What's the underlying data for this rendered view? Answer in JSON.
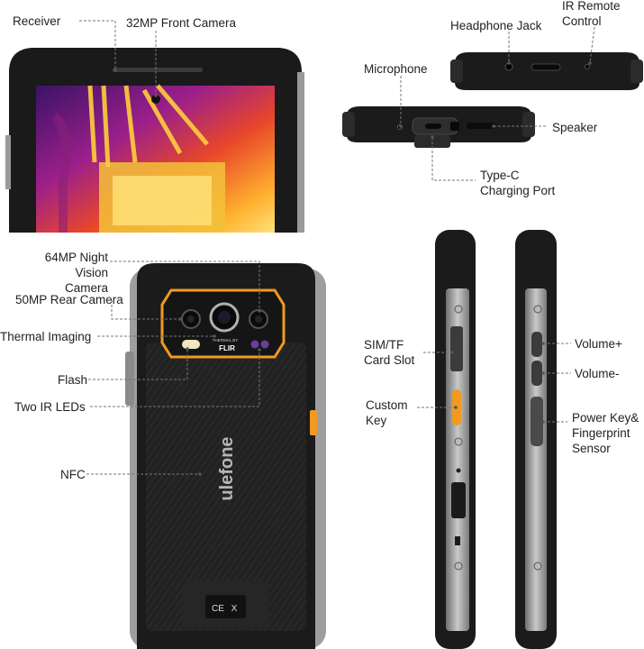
{
  "brand": "ulefone",
  "flir_badge": {
    "top": "THERMAL BY",
    "name": "FLIR"
  },
  "cert_marks": [
    "CE",
    "X"
  ],
  "labels": {
    "receiver": "Receiver",
    "front_camera": "32MP Front Camera",
    "headphone_jack": "Headphone Jack",
    "ir_remote": [
      "IR Remote",
      "Control"
    ],
    "microphone": "Microphone",
    "speaker": "Speaker",
    "type_c": [
      "Type-C",
      "Charging Port"
    ],
    "night_camera": [
      "64MP Night",
      "Vision Camera"
    ],
    "rear_camera": "50MP Rear Camera",
    "thermal": "Thermal Imaging",
    "flash": "Flash",
    "ir_leds": "Two IR LEDs",
    "nfc": "NFC",
    "sim_slot": [
      "SIM/TF",
      "Card Slot"
    ],
    "custom_key": [
      "Custom",
      "Key"
    ],
    "volume_up": "Volume+",
    "volume_down": "Volume-",
    "power_key": [
      "Power Key&",
      "Fingerprint",
      "Sensor"
    ]
  },
  "colors": {
    "body": "#1b1b1b",
    "frame": "#8c8c8c",
    "accent_orange": "#f29a1f",
    "leader_line": "#777777",
    "thermal_hot": "#ffd24a",
    "thermal_cold": "#3a1366"
  }
}
